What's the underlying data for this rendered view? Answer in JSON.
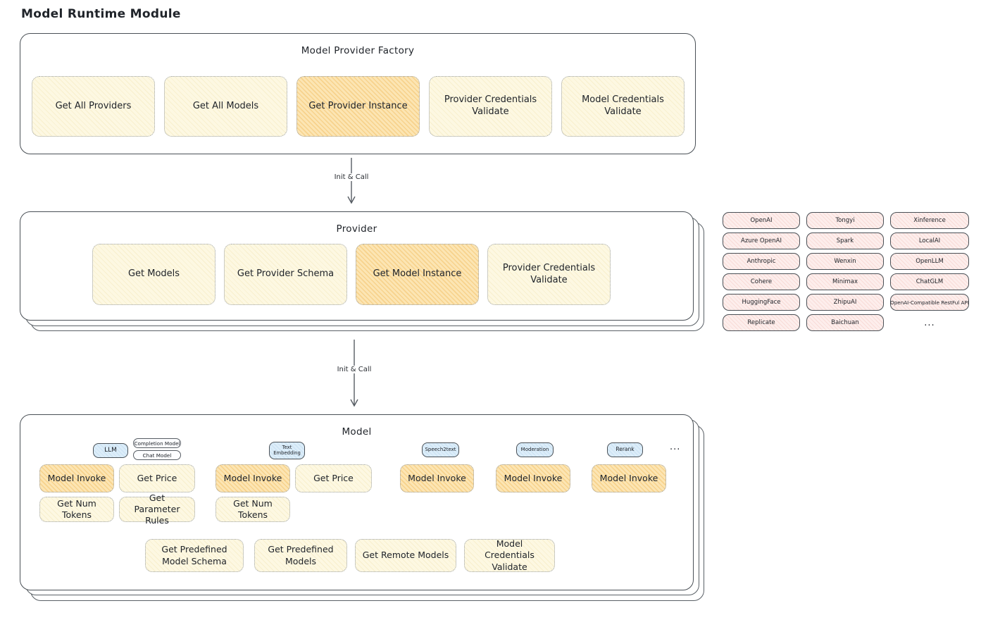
{
  "page_title": "Model Runtime Module",
  "colors": {
    "box_border": "#4a5056",
    "cream_fill": "#fdf8e2",
    "highlight_orange": "#f7d28c",
    "provider_pink": "#fdeeec",
    "tab_blue": "#dcedf9"
  },
  "factory": {
    "title": "Model Provider Factory",
    "buttons": [
      {
        "label": "Get All Providers",
        "highlighted": false
      },
      {
        "label": "Get All Models",
        "highlighted": false
      },
      {
        "label": "Get Provider Instance",
        "highlighted": true
      },
      {
        "label": "Provider Credentials Validate",
        "highlighted": false
      },
      {
        "label": "Model Credentials Validate",
        "highlighted": false
      }
    ]
  },
  "arrows": [
    {
      "label": "Init & Call"
    },
    {
      "label": "Init & Call"
    }
  ],
  "provider": {
    "title": "Provider",
    "buttons": [
      {
        "label": "Get Models",
        "highlighted": false
      },
      {
        "label": "Get Provider Schema",
        "highlighted": false
      },
      {
        "label": "Get Model Instance",
        "highlighted": true
      },
      {
        "label": "Provider Credentials Validate",
        "highlighted": false
      }
    ]
  },
  "provider_list": {
    "columns": [
      {
        "items": [
          "OpenAI",
          "Azure OpenAI",
          "Anthropic",
          "Cohere",
          "HuggingFace",
          "Replicate"
        ]
      },
      {
        "items": [
          "Tongyi",
          "Spark",
          "Wenxin",
          "Minimax",
          "ZhipuAI",
          "Baichuan"
        ]
      },
      {
        "items": [
          "Xinference",
          "LocalAI",
          "OpenLLM",
          "ChatGLM",
          "OpenAI-Compatible RestFul API"
        ]
      }
    ],
    "more": "..."
  },
  "model": {
    "title": "Model",
    "tabs": [
      {
        "label": "LLM"
      },
      {
        "label": "Completion Model"
      },
      {
        "label": "Chat Model"
      },
      {
        "label": "Text Embedding"
      },
      {
        "label": "Speech2text"
      },
      {
        "label": "Moderation"
      },
      {
        "label": "Rerank"
      }
    ],
    "tabs_more": "...",
    "functions": [
      {
        "label": "Model Invoke",
        "highlighted": true
      },
      {
        "label": "Get Price",
        "highlighted": false
      },
      {
        "label": "Model Invoke",
        "highlighted": true
      },
      {
        "label": "Get Price",
        "highlighted": false
      },
      {
        "label": "Model Invoke",
        "highlighted": true
      },
      {
        "label": "Model Invoke",
        "highlighted": true
      },
      {
        "label": "Model Invoke",
        "highlighted": true
      },
      {
        "label": "Get Num Tokens",
        "highlighted": false
      },
      {
        "label": "Get Parameter Rules",
        "highlighted": false
      },
      {
        "label": "Get Num Tokens",
        "highlighted": false
      }
    ],
    "bottom_buttons": [
      {
        "label": "Get Predefined Model Schema"
      },
      {
        "label": "Get Predefined Models"
      },
      {
        "label": "Get Remote Models"
      },
      {
        "label": "Model Credentials Validate"
      }
    ]
  }
}
